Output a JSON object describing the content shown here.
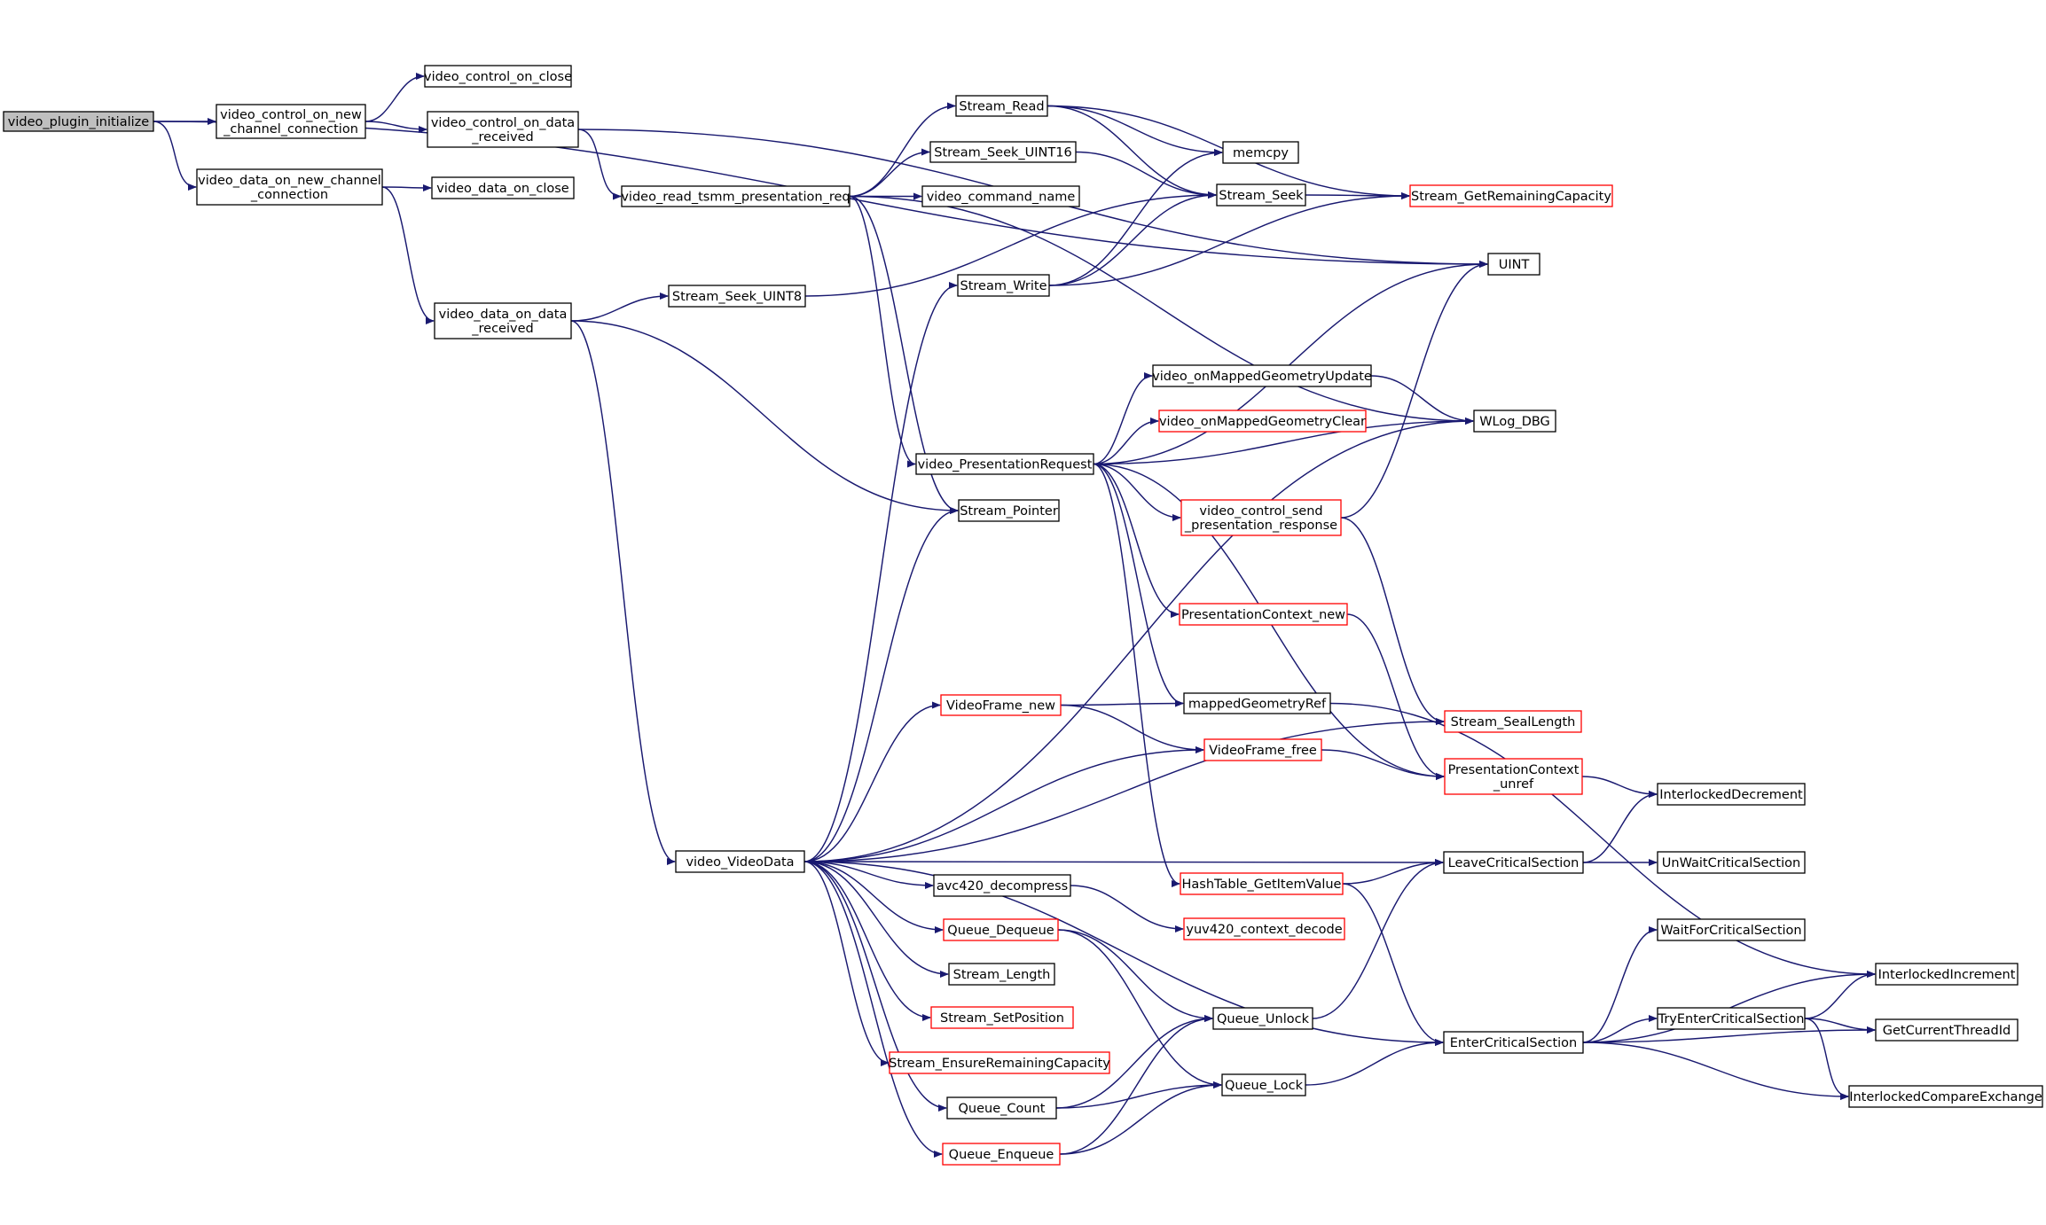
{
  "graph": {
    "title": "",
    "colors": {
      "edge": "#191970",
      "node_border": "#000000",
      "node_border_external": "#ff0000",
      "node_fill": "#ffffff",
      "root_fill": "#bfbfbf"
    },
    "nodes": [
      {
        "id": "root",
        "lines": [
          "video_plugin_initialize"
        ],
        "style": "root"
      },
      {
        "id": "ctrl_new",
        "lines": [
          "video_control_on_new",
          "_channel_connection"
        ],
        "style": "normal"
      },
      {
        "id": "data_new",
        "lines": [
          "video_data_on_new_channel",
          "_connection"
        ],
        "style": "normal"
      },
      {
        "id": "ctrl_close",
        "lines": [
          "video_control_on_close"
        ],
        "style": "normal"
      },
      {
        "id": "ctrl_recv",
        "lines": [
          "video_control_on_data",
          "_received"
        ],
        "style": "normal"
      },
      {
        "id": "data_close",
        "lines": [
          "video_data_on_close"
        ],
        "style": "normal"
      },
      {
        "id": "data_recv",
        "lines": [
          "video_data_on_data",
          "_received"
        ],
        "style": "normal"
      },
      {
        "id": "read_req",
        "lines": [
          "video_read_tsmm_presentation_req"
        ],
        "style": "normal"
      },
      {
        "id": "seek8",
        "lines": [
          "Stream_Seek_UINT8"
        ],
        "style": "normal"
      },
      {
        "id": "vd",
        "lines": [
          "video_VideoData"
        ],
        "style": "normal"
      },
      {
        "id": "sread",
        "lines": [
          "Stream_Read"
        ],
        "style": "normal"
      },
      {
        "id": "seek16",
        "lines": [
          "Stream_Seek_UINT16"
        ],
        "style": "normal"
      },
      {
        "id": "cmdname",
        "lines": [
          "video_command_name"
        ],
        "style": "normal"
      },
      {
        "id": "swrite",
        "lines": [
          "Stream_Write"
        ],
        "style": "normal"
      },
      {
        "id": "presreq",
        "lines": [
          "video_PresentationRequest"
        ],
        "style": "normal"
      },
      {
        "id": "sptr",
        "lines": [
          "Stream_Pointer"
        ],
        "style": "normal"
      },
      {
        "id": "memcpy",
        "lines": [
          "memcpy"
        ],
        "style": "normal"
      },
      {
        "id": "sseek",
        "lines": [
          "Stream_Seek"
        ],
        "style": "normal"
      },
      {
        "id": "grc",
        "lines": [
          "Stream_GetRemainingCapacity"
        ],
        "style": "external"
      },
      {
        "id": "uint",
        "lines": [
          "UINT"
        ],
        "style": "normal"
      },
      {
        "id": "geomupd",
        "lines": [
          "video_onMappedGeometryUpdate"
        ],
        "style": "normal"
      },
      {
        "id": "geomclr",
        "lines": [
          "video_onMappedGeometryClear"
        ],
        "style": "external"
      },
      {
        "id": "wlog",
        "lines": [
          "WLog_DBG"
        ],
        "style": "normal"
      },
      {
        "id": "sendresp",
        "lines": [
          "video_control_send",
          "_presentation_response"
        ],
        "style": "external"
      },
      {
        "id": "pcnew",
        "lines": [
          "PresentationContext_new"
        ],
        "style": "external"
      },
      {
        "id": "vfnew",
        "lines": [
          "VideoFrame_new"
        ],
        "style": "external"
      },
      {
        "id": "mgref",
        "lines": [
          "mappedGeometryRef"
        ],
        "style": "normal"
      },
      {
        "id": "seal",
        "lines": [
          "Stream_SealLength"
        ],
        "style": "external"
      },
      {
        "id": "vffree",
        "lines": [
          "VideoFrame_free"
        ],
        "style": "external"
      },
      {
        "id": "pcunref",
        "lines": [
          "PresentationContext",
          "_unref"
        ],
        "style": "external"
      },
      {
        "id": "idec",
        "lines": [
          "InterlockedDecrement"
        ],
        "style": "normal"
      },
      {
        "id": "leave",
        "lines": [
          "LeaveCriticalSection"
        ],
        "style": "normal"
      },
      {
        "id": "unwait",
        "lines": [
          "UnWaitCriticalSection"
        ],
        "style": "normal"
      },
      {
        "id": "hget",
        "lines": [
          "HashTable_GetItemValue"
        ],
        "style": "external"
      },
      {
        "id": "avc",
        "lines": [
          "avc420_decompress"
        ],
        "style": "normal"
      },
      {
        "id": "yuv",
        "lines": [
          "yuv420_context_decode"
        ],
        "style": "external"
      },
      {
        "id": "qdeq",
        "lines": [
          "Queue_Dequeue"
        ],
        "style": "external"
      },
      {
        "id": "slen",
        "lines": [
          "Stream_Length"
        ],
        "style": "normal"
      },
      {
        "id": "spos",
        "lines": [
          "Stream_SetPosition"
        ],
        "style": "external"
      },
      {
        "id": "serc",
        "lines": [
          "Stream_EnsureRemainingCapacity"
        ],
        "style": "external"
      },
      {
        "id": "qcount",
        "lines": [
          "Queue_Count"
        ],
        "style": "normal"
      },
      {
        "id": "qenq",
        "lines": [
          "Queue_Enqueue"
        ],
        "style": "external"
      },
      {
        "id": "qunlock",
        "lines": [
          "Queue_Unlock"
        ],
        "style": "normal"
      },
      {
        "id": "qlock",
        "lines": [
          "Queue_Lock"
        ],
        "style": "normal"
      },
      {
        "id": "enter",
        "lines": [
          "EnterCriticalSection"
        ],
        "style": "normal"
      },
      {
        "id": "wfcs",
        "lines": [
          "WaitForCriticalSection"
        ],
        "style": "normal"
      },
      {
        "id": "iinc",
        "lines": [
          "InterlockedIncrement"
        ],
        "style": "normal"
      },
      {
        "id": "tryenter",
        "lines": [
          "TryEnterCriticalSection"
        ],
        "style": "normal"
      },
      {
        "id": "gct",
        "lines": [
          "GetCurrentThreadId"
        ],
        "style": "normal"
      },
      {
        "id": "icx",
        "lines": [
          "InterlockedCompareExchange"
        ],
        "style": "normal"
      }
    ],
    "edges": [
      [
        "root",
        "ctrl_new"
      ],
      [
        "root",
        "data_new"
      ],
      [
        "root",
        "uint"
      ],
      [
        "ctrl_new",
        "ctrl_close"
      ],
      [
        "ctrl_new",
        "ctrl_recv"
      ],
      [
        "ctrl_recv",
        "read_req"
      ],
      [
        "ctrl_recv",
        "uint"
      ],
      [
        "data_new",
        "data_close"
      ],
      [
        "data_new",
        "data_recv"
      ],
      [
        "data_recv",
        "seek8"
      ],
      [
        "data_recv",
        "sptr"
      ],
      [
        "data_recv",
        "vd"
      ],
      [
        "read_req",
        "sread"
      ],
      [
        "read_req",
        "seek16"
      ],
      [
        "read_req",
        "cmdname"
      ],
      [
        "read_req",
        "presreq"
      ],
      [
        "read_req",
        "sptr"
      ],
      [
        "read_req",
        "wlog"
      ],
      [
        "sread",
        "memcpy"
      ],
      [
        "sread",
        "sseek"
      ],
      [
        "sread",
        "grc"
      ],
      [
        "seek16",
        "sseek"
      ],
      [
        "seek8",
        "sseek"
      ],
      [
        "sseek",
        "grc"
      ],
      [
        "swrite",
        "memcpy"
      ],
      [
        "swrite",
        "sseek"
      ],
      [
        "swrite",
        "grc"
      ],
      [
        "presreq",
        "uint"
      ],
      [
        "presreq",
        "geomupd"
      ],
      [
        "presreq",
        "geomclr"
      ],
      [
        "presreq",
        "wlog"
      ],
      [
        "presreq",
        "sendresp"
      ],
      [
        "presreq",
        "pcnew"
      ],
      [
        "presreq",
        "mgref"
      ],
      [
        "presreq",
        "pcunref"
      ],
      [
        "presreq",
        "hget"
      ],
      [
        "geomupd",
        "wlog"
      ],
      [
        "sendresp",
        "uint"
      ],
      [
        "sendresp",
        "seal"
      ],
      [
        "pcnew",
        "pcunref"
      ],
      [
        "vd",
        "swrite"
      ],
      [
        "vd",
        "sptr"
      ],
      [
        "vd",
        "wlog"
      ],
      [
        "vd",
        "vfnew"
      ],
      [
        "vd",
        "vffree"
      ],
      [
        "vd",
        "seal"
      ],
      [
        "vd",
        "leave"
      ],
      [
        "vd",
        "avc"
      ],
      [
        "vd",
        "qdeq"
      ],
      [
        "vd",
        "slen"
      ],
      [
        "vd",
        "spos"
      ],
      [
        "vd",
        "serc"
      ],
      [
        "vd",
        "qcount"
      ],
      [
        "vd",
        "qenq"
      ],
      [
        "vd",
        "enter"
      ],
      [
        "vfnew",
        "mgref"
      ],
      [
        "vfnew",
        "vffree"
      ],
      [
        "mgref",
        "iinc"
      ],
      [
        "vffree",
        "pcunref"
      ],
      [
        "pcunref",
        "idec"
      ],
      [
        "leave",
        "idec"
      ],
      [
        "leave",
        "unwait"
      ],
      [
        "hget",
        "leave"
      ],
      [
        "hget",
        "enter"
      ],
      [
        "avc",
        "yuv"
      ],
      [
        "qdeq",
        "qunlock"
      ],
      [
        "qdeq",
        "qlock"
      ],
      [
        "qcount",
        "qunlock"
      ],
      [
        "qcount",
        "qlock"
      ],
      [
        "qenq",
        "qunlock"
      ],
      [
        "qenq",
        "qlock"
      ],
      [
        "qunlock",
        "leave"
      ],
      [
        "qlock",
        "enter"
      ],
      [
        "enter",
        "wfcs"
      ],
      [
        "enter",
        "iinc"
      ],
      [
        "enter",
        "tryenter"
      ],
      [
        "enter",
        "gct"
      ],
      [
        "enter",
        "icx"
      ],
      [
        "tryenter",
        "iinc"
      ],
      [
        "tryenter",
        "gct"
      ],
      [
        "tryenter",
        "icx"
      ]
    ]
  }
}
